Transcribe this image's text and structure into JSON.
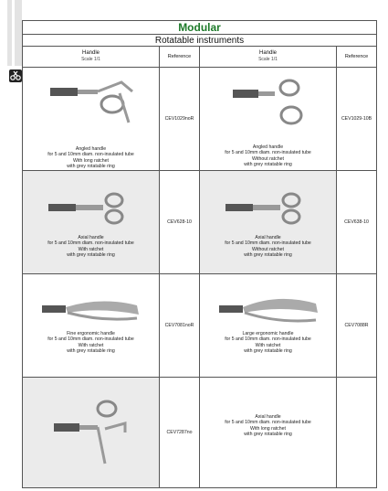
{
  "header": {
    "title": "Modular",
    "subtitle": "Rotatable instruments"
  },
  "columns": {
    "handle": "Handle",
    "scale": "Scale 1/1",
    "reference": "Reference"
  },
  "rows": [
    {
      "left": {
        "caption": [
          "Angled handle",
          "for 5 and 10mm diam. non-insulated tube",
          "With long ratchet",
          "with grey rotatable ring"
        ],
        "reference": "CEV1029noR"
      },
      "right": {
        "caption": [
          "Angled handle",
          "for 5 and 10mm diam. non-insulated tube",
          "Without ratchet",
          "with grey rotatable ring"
        ],
        "reference": "CEV1029-10B"
      }
    },
    {
      "left": {
        "caption": [
          "Axial handle",
          "for 5 and 10mm diam. non-insulated tube",
          "With ratchet",
          "with grey rotatable ring"
        ],
        "reference": "CEV628-10"
      },
      "right": {
        "caption": [
          "Axial handle",
          "for 5 and 10mm diam. non-insulated tube",
          "Without ratchet",
          "with grey rotatable ring"
        ],
        "reference": "CEV638-10"
      }
    },
    {
      "left": {
        "caption": [
          "Fine ergonomic handle",
          "for 5 and 10mm diam. non-insulated tube",
          "With ratchet",
          "with grey rotatable ring"
        ],
        "reference": "CEV7081noR"
      },
      "right": {
        "caption": [
          "Large ergonomic handle",
          "for 5 and 10mm diam. non-insulated tube",
          "With ratchet",
          "with grey rotatable ring"
        ],
        "reference": "CEV7088R"
      }
    },
    {
      "left": {
        "caption": [],
        "reference": "CEV7287no"
      },
      "right": {
        "caption": [
          "Axial handle",
          "for 5 and 10mm diam. non-insulated tube",
          "With long ratchet",
          "with grey rotatable ring"
        ],
        "reference": ""
      }
    }
  ]
}
